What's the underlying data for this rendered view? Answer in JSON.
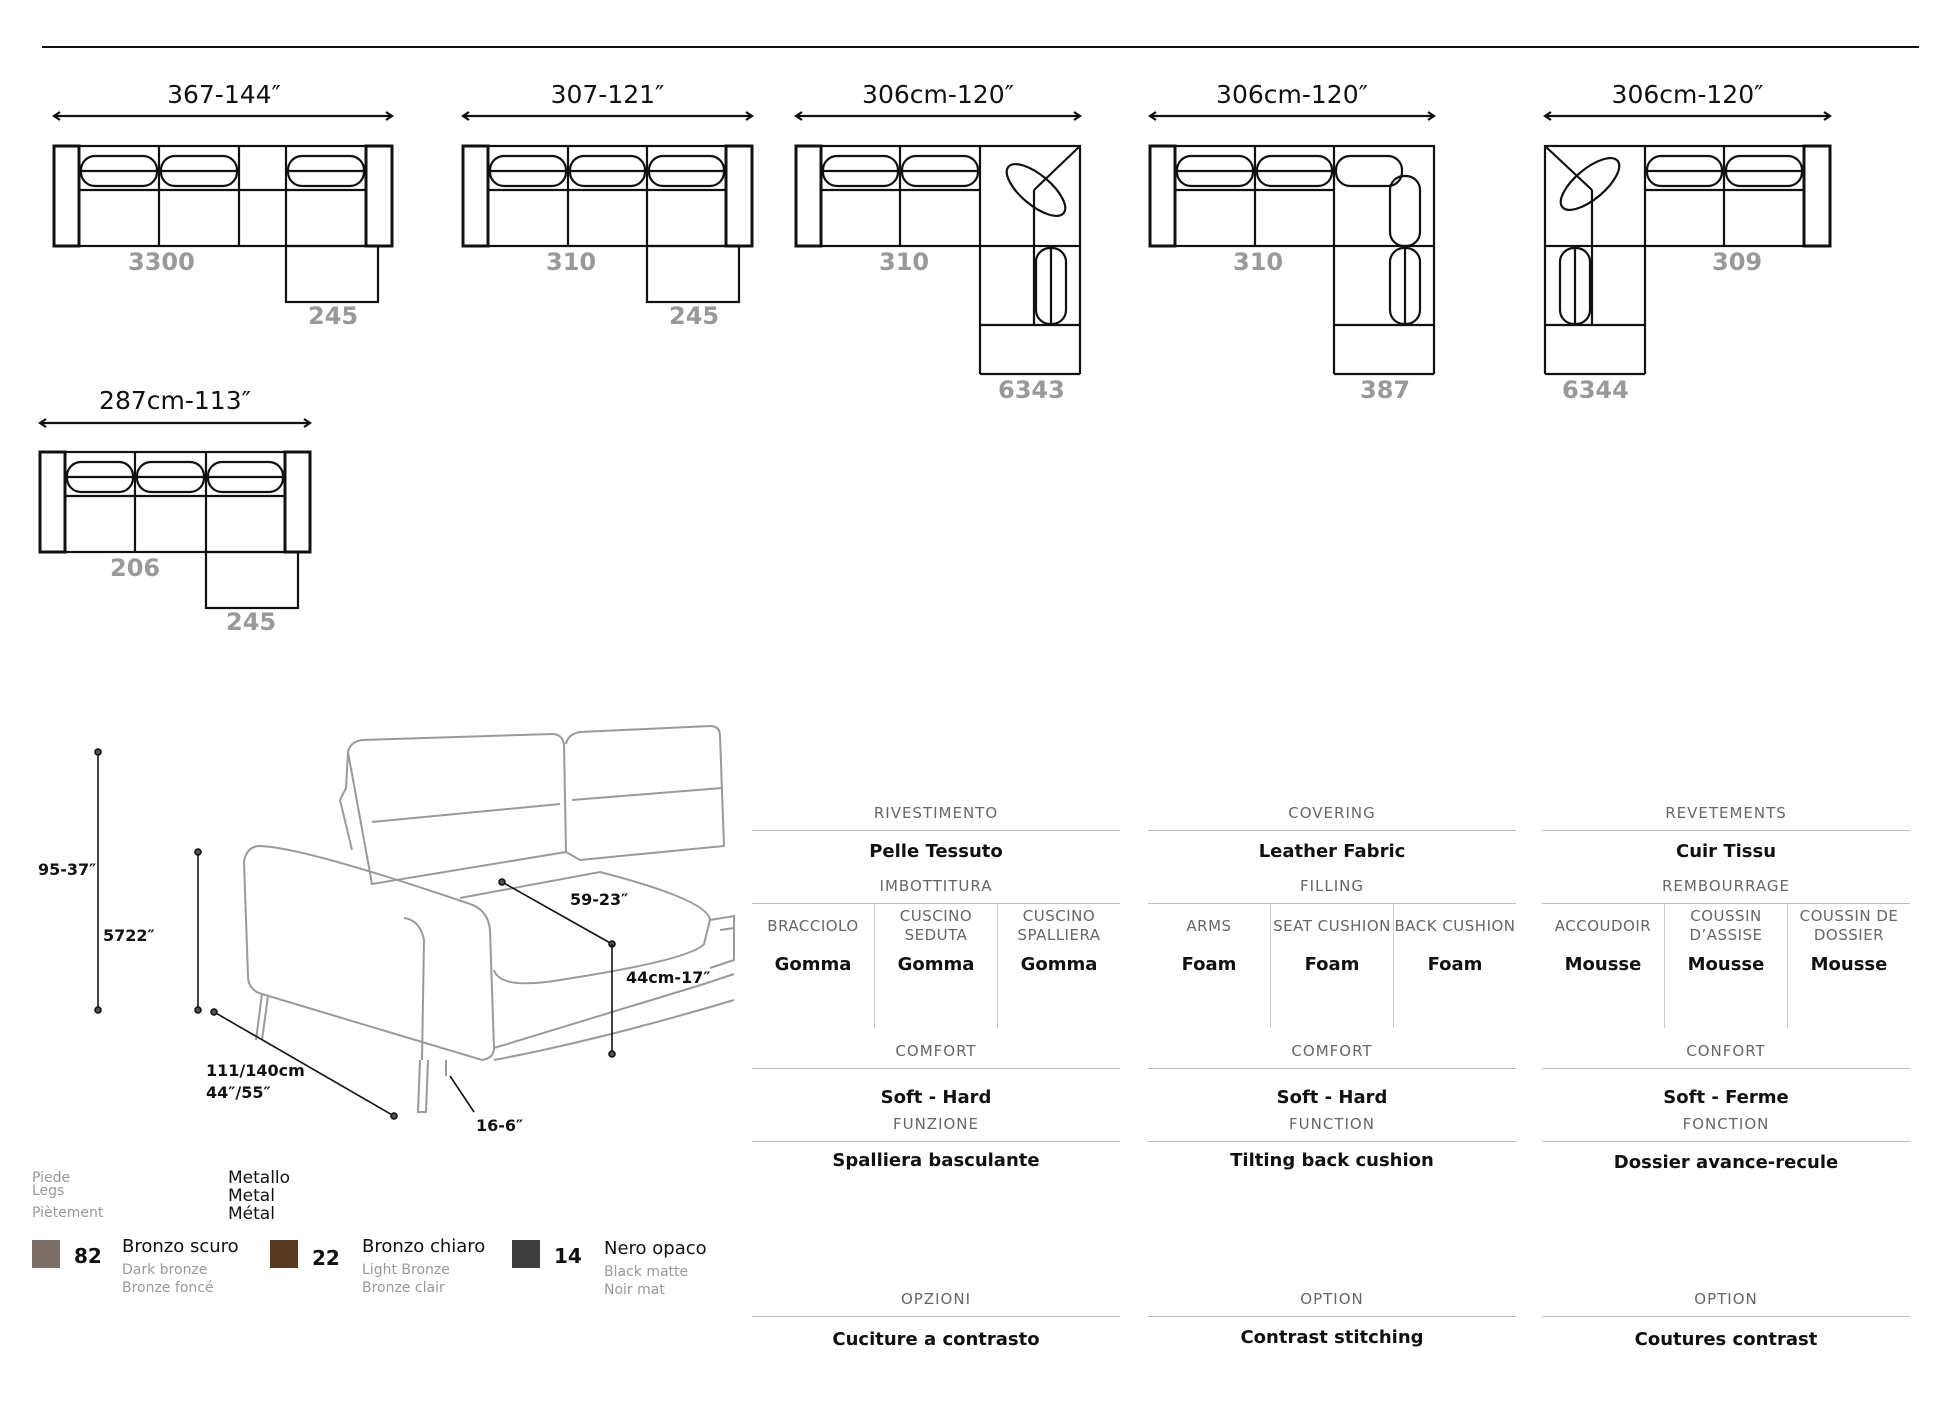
{
  "configs": [
    {
      "width_label": "367-144″",
      "codes": [
        "3300",
        "245"
      ]
    },
    {
      "width_label": "307-121″",
      "codes": [
        "310",
        "245"
      ]
    },
    {
      "width_label": "306cm-120″",
      "codes": [
        "310",
        "6343"
      ]
    },
    {
      "width_label": "306cm-120″",
      "codes": [
        "310",
        "387"
      ]
    },
    {
      "width_label": "306cm-120″",
      "codes": [
        "309",
        "6344"
      ]
    },
    {
      "width_label": "287cm-113″",
      "codes": [
        "206",
        "245"
      ]
    }
  ],
  "dimensions": {
    "height": "95-37″",
    "seat_height": "5722″",
    "seat_depth": "59-23″",
    "arm_height": "44cm-17″",
    "depth": "111/140cm\n44″/55″",
    "leg": "16-6″"
  },
  "legs": {
    "label_it": "Piede",
    "label_en": "Legs",
    "label_fr": "Piètement",
    "material_it": "Metallo",
    "material_en": "Metal",
    "material_fr": "Métal",
    "finishes": [
      {
        "code": "82",
        "name": "Bronzo scuro",
        "en": "Dark bronze",
        "fr": "Bronze foncé",
        "color": "#7a6e66"
      },
      {
        "code": "22",
        "name": "Bronzo chiaro",
        "en": "Light Bronze",
        "fr": "Bronze clair",
        "color": "#5a3a22"
      },
      {
        "code": "14",
        "name": "Nero opaco",
        "en": "Black matte",
        "fr": "Noir mat",
        "color": "#3e3e3e"
      }
    ]
  },
  "tables": [
    {
      "covering_h": "RIVESTIMENTO",
      "covering_v": "Pelle Tessuto",
      "filling_h": "IMBOTTITURA",
      "sub_h": [
        "BRACCIOLO",
        "CUSCINO SEDUTA",
        "CUSCINO SPALLIERA"
      ],
      "sub_v": [
        "Gomma",
        "Gomma",
        "Gomma"
      ],
      "comfort_h": "COMFORT",
      "comfort_v": "Soft - Hard",
      "function_h": "FUNZIONE",
      "function_v": "Spalliera basculante",
      "option_h": "OPZIONI",
      "option_v": "Cuciture a contrasto"
    },
    {
      "covering_h": "COVERING",
      "covering_v": "Leather Fabric",
      "filling_h": "FILLING",
      "sub_h": [
        "ARMS",
        "SEAT CUSHION",
        "BACK CUSHION"
      ],
      "sub_v": [
        "Foam",
        "Foam",
        "Foam"
      ],
      "comfort_h": "COMFORT",
      "comfort_v": "Soft - Hard",
      "function_h": "FUNCTION",
      "function_v": "Tilting back cushion",
      "option_h": "OPTION",
      "option_v": "Contrast stitching"
    },
    {
      "covering_h": "REVETEMENTS",
      "covering_v": "Cuir Tissu",
      "filling_h": "REMBOURRAGE",
      "sub_h": [
        "ACCOUDOIR",
        "COUSSIN D’ASSISE",
        "COUSSIN DE DOSSIER"
      ],
      "sub_v": [
        "Mousse",
        "Mousse",
        "Mousse"
      ],
      "comfort_h": "CONFORT",
      "comfort_v": "Soft - Ferme",
      "function_h": "FONCTION",
      "function_v": "Dossier avance-recule",
      "option_h": "OPTION",
      "option_v": "Coutures contrast"
    }
  ]
}
